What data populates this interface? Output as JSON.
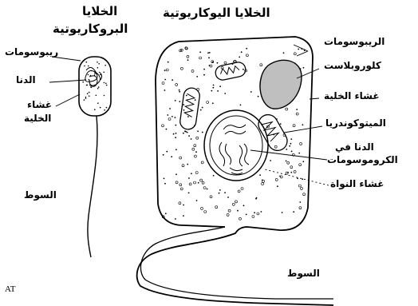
{
  "titles": {
    "prokaryote_line1": "الخلايا",
    "prokaryote_line2": "البروكاريوتية",
    "eukaryote": "الخلايا اليوكاريوتية"
  },
  "prokaryote_labels": {
    "ribosomes": "ريبوسومات",
    "dna": "الدنا",
    "membrane_line1": "غشاء",
    "membrane_line2": "الخلية",
    "flagellum": "السوط"
  },
  "eukaryote_labels": {
    "ribosomes": "الريبوسومات",
    "chloroplast": "كلوروبلاست",
    "membrane": "غشاء الخلية",
    "mitochondria": "الميتوكوندريا",
    "dna_line1": "الدنا في",
    "dna_line2": "الكروموسومات",
    "nuclear_membrane": "غشاء النواة",
    "flagellum": "السوط"
  },
  "corner_mark": "AT"
}
